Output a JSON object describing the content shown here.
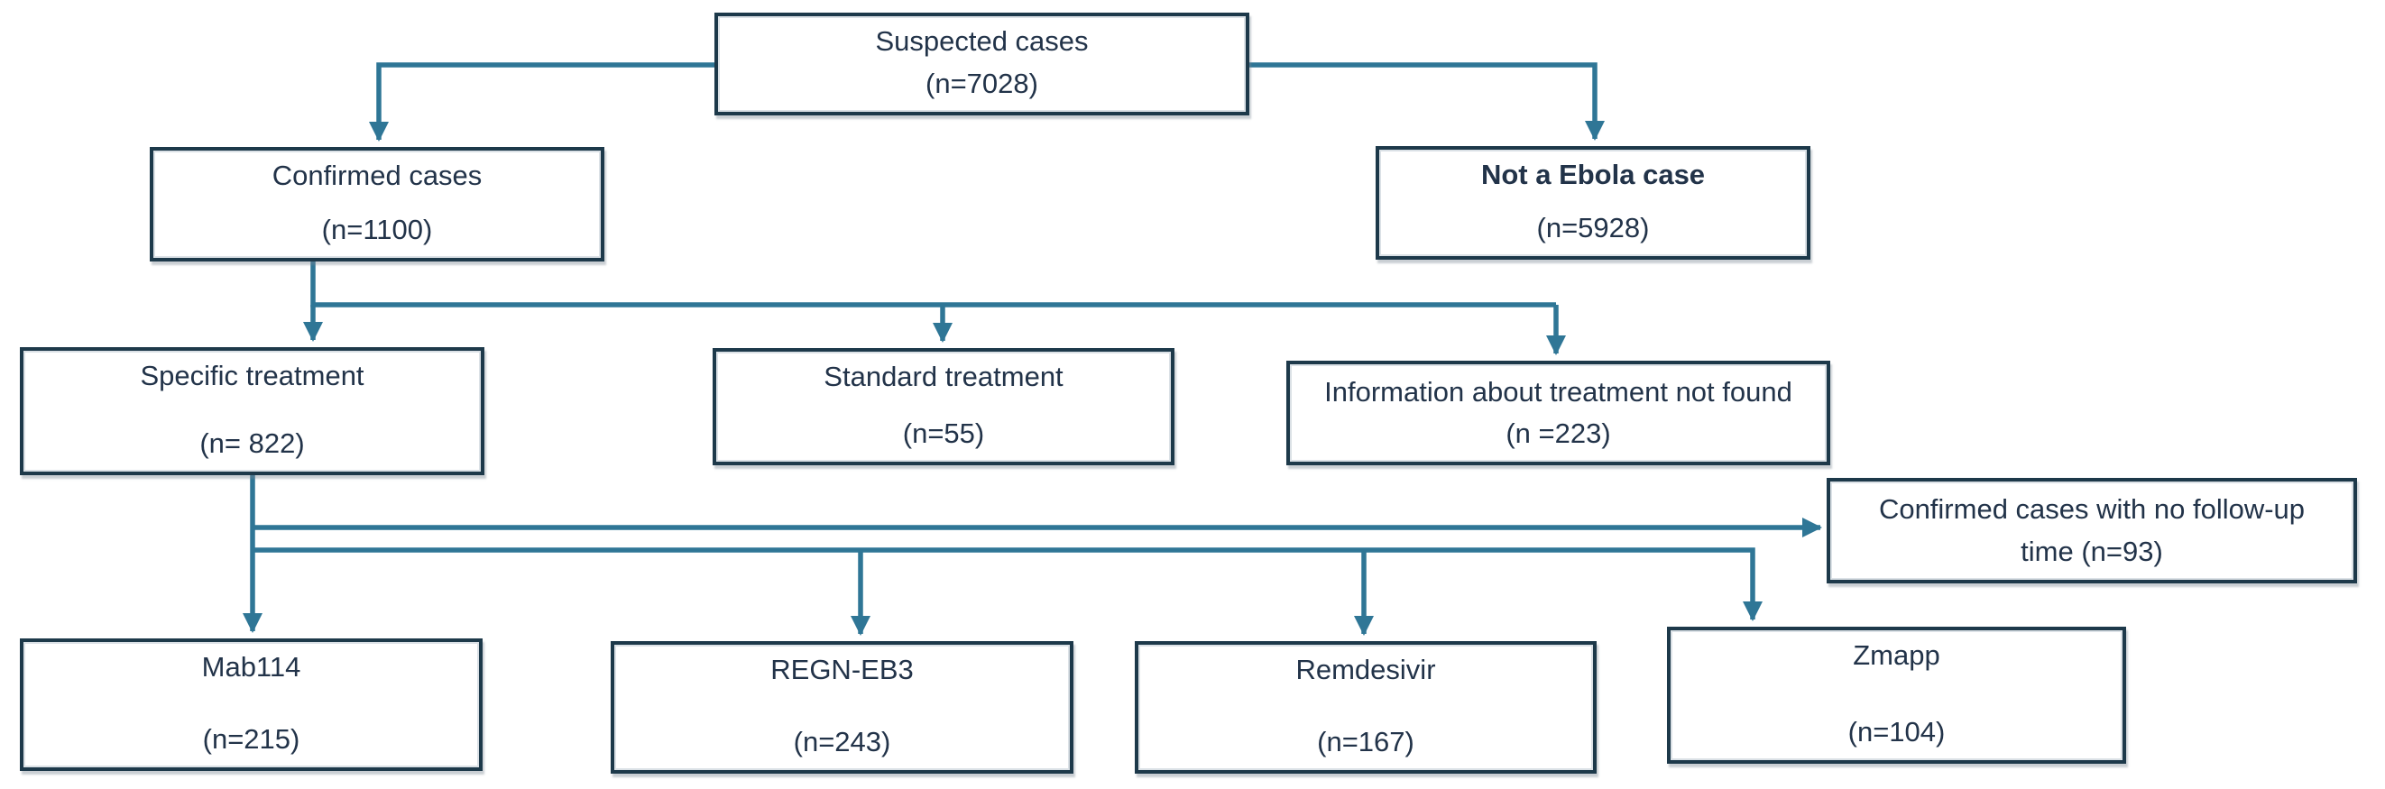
{
  "diagram": {
    "type": "flowchart",
    "description": "Ebola suspected cases triage and treatment flow",
    "nodes": {
      "suspected": {
        "label": "Suspected cases",
        "count": "(n=7028)"
      },
      "confirmed": {
        "label": "Confirmed cases",
        "count": "(n=1100)"
      },
      "not_ebola": {
        "label": "Not a Ebola case",
        "count": "(n=5928)"
      },
      "specific": {
        "label": "Specific treatment",
        "count": "(n= 822)"
      },
      "standard": {
        "label": "Standard treatment",
        "count": "(n=55)"
      },
      "info_not_found": {
        "label": "Information about treatment not found (n =223)"
      },
      "no_followup": {
        "label": "Confirmed cases with no follow-up time (n=93)"
      },
      "mab114": {
        "label": "Mab114",
        "count": "(n=215)"
      },
      "regn_eb3": {
        "label": "REGN-EB3",
        "count": "(n=243)"
      },
      "remdesivir": {
        "label": "Remdesivir",
        "count": "(n=167)"
      },
      "zmapp": {
        "label": "Zmapp",
        "count": "(n=104)"
      }
    },
    "edges": [
      "suspected -> confirmed",
      "suspected -> not_ebola",
      "confirmed -> specific",
      "confirmed -> standard",
      "confirmed -> info_not_found",
      "specific -> no_followup",
      "specific -> mab114",
      "specific -> regn_eb3",
      "specific -> remdesivir",
      "specific -> zmapp"
    ],
    "colors": {
      "connector": "#2f7696",
      "box_border": "#1d394a",
      "text": "#223349",
      "background": "#ffffff"
    }
  }
}
